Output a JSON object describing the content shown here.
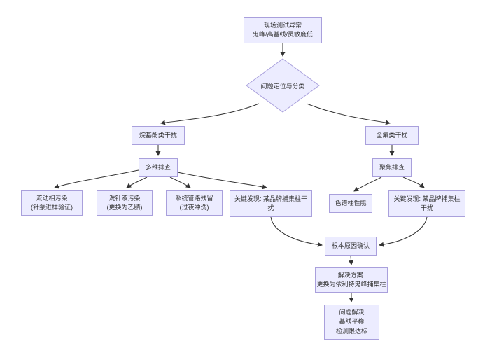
{
  "diagram": {
    "type": "flowchart",
    "direction": "top-down",
    "colors": {
      "node_fill": "#ECECFF",
      "node_border": "#a9a0dc",
      "edge_line": "#333333",
      "text": "#333333",
      "background": "#ffffff"
    },
    "nodes": {
      "field_test": {
        "shape": "rect",
        "lines": [
          "现场测试异常",
          "鬼峰/高基线/灵敏度低"
        ]
      },
      "classify": {
        "shape": "diamond",
        "label": "问题定位与分类"
      },
      "alkylphenol": {
        "shape": "rect",
        "label": "烷基酚类干扰"
      },
      "perfluoro": {
        "shape": "rect",
        "label": "全氟类干扰"
      },
      "multi_check": {
        "shape": "rect",
        "label": "多维排查"
      },
      "focus_check": {
        "shape": "rect",
        "label": "聚焦排查"
      },
      "mobile_phase": {
        "shape": "rect",
        "lines": [
          "流动相污染",
          "(针泵进样验证)"
        ]
      },
      "needle_wash": {
        "shape": "rect",
        "lines": [
          "洗针液污染",
          "(更换为乙腈)"
        ]
      },
      "system_line": {
        "shape": "rect",
        "lines": [
          "系统管路残留",
          "(过夜冲洗)"
        ]
      },
      "key_finding_left": {
        "shape": "rect",
        "label": "关键发现: 某品牌捕集柱干扰"
      },
      "column_perf": {
        "shape": "rect",
        "label": "色谱柱性能"
      },
      "key_finding_right": {
        "shape": "rect",
        "label": "关键发现: 某品牌捕集柱干扰"
      },
      "root_cause": {
        "shape": "rect",
        "label": "根本原因确认"
      },
      "solution": {
        "shape": "rect",
        "lines": [
          "解决方案:",
          "更换为依利特鬼峰捕集柱"
        ]
      },
      "resolved": {
        "shape": "rect",
        "lines": [
          "问题解决",
          "基线平稳",
          "检测限达标"
        ]
      }
    },
    "edges": [
      {
        "from": "field_test",
        "to": "classify"
      },
      {
        "from": "classify",
        "to": "alkylphenol"
      },
      {
        "from": "classify",
        "to": "perfluoro"
      },
      {
        "from": "alkylphenol",
        "to": "multi_check"
      },
      {
        "from": "perfluoro",
        "to": "focus_check"
      },
      {
        "from": "multi_check",
        "to": "mobile_phase"
      },
      {
        "from": "multi_check",
        "to": "needle_wash"
      },
      {
        "from": "multi_check",
        "to": "system_line"
      },
      {
        "from": "multi_check",
        "to": "key_finding_left"
      },
      {
        "from": "focus_check",
        "to": "column_perf"
      },
      {
        "from": "focus_check",
        "to": "key_finding_right"
      },
      {
        "from": "key_finding_left",
        "to": "root_cause"
      },
      {
        "from": "key_finding_right",
        "to": "root_cause"
      },
      {
        "from": "root_cause",
        "to": "solution"
      },
      {
        "from": "solution",
        "to": "resolved"
      }
    ]
  }
}
